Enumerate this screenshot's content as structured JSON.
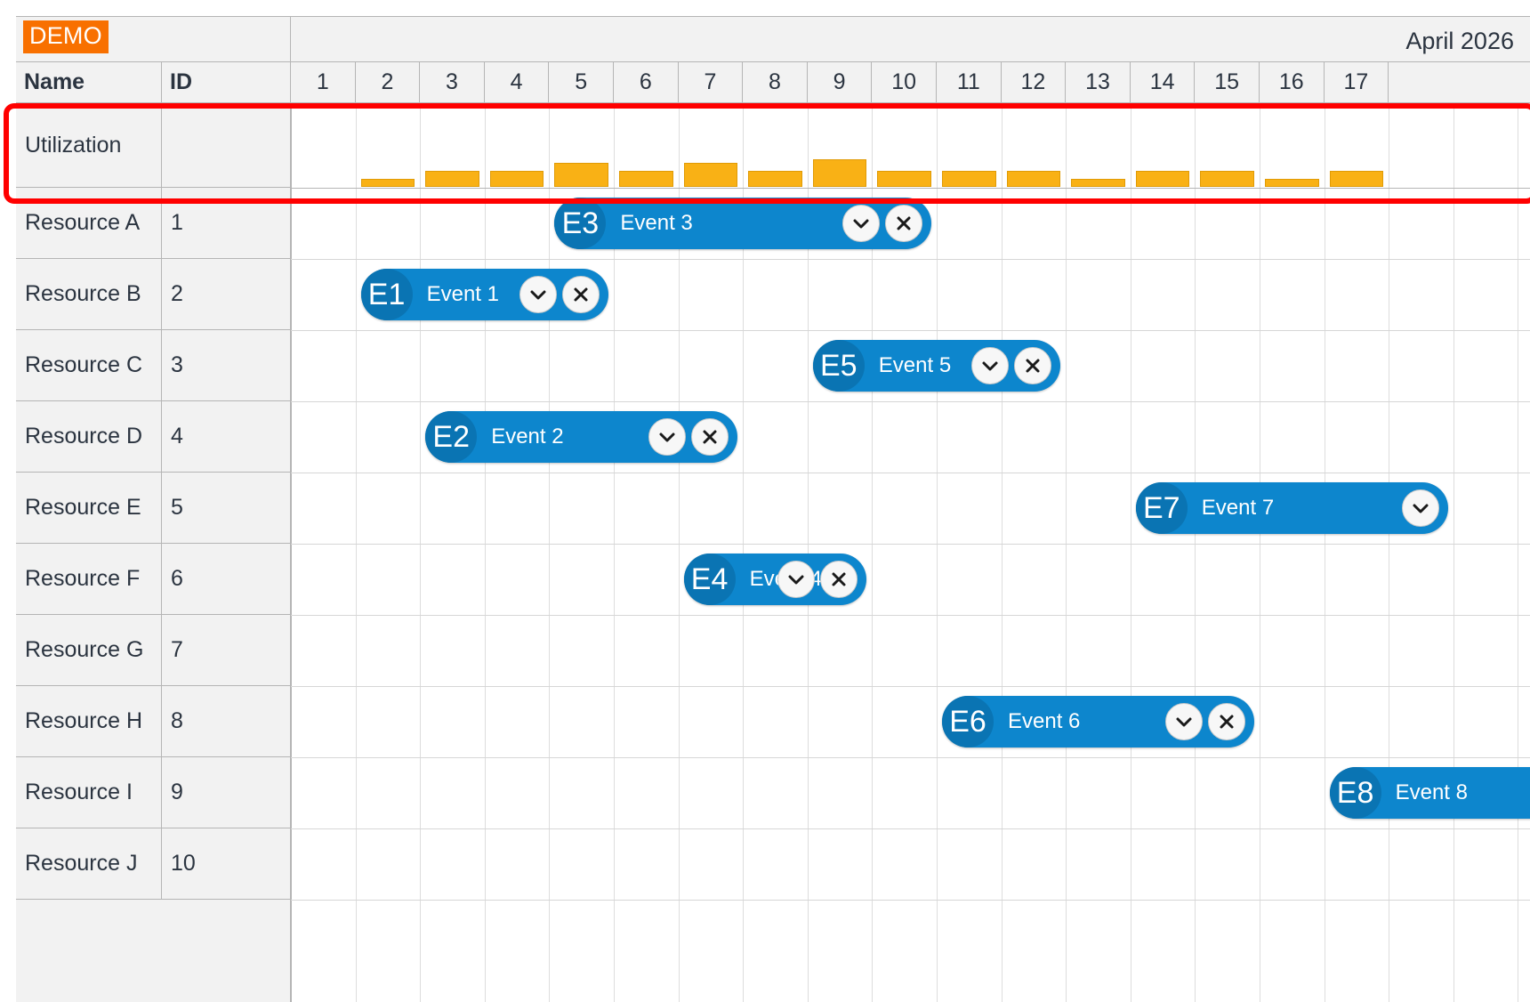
{
  "header": {
    "demo_badge": "DEMO",
    "month_label": "April 2026",
    "col_name": "Name",
    "col_id": "ID",
    "days": [
      "1",
      "2",
      "3",
      "4",
      "5",
      "6",
      "7",
      "8",
      "9",
      "10",
      "11",
      "12",
      "13",
      "14",
      "15",
      "16",
      "17"
    ]
  },
  "colors": {
    "accent_event": "#0d86cd",
    "event_badge": "#0a74b3",
    "utilization_bar": "#f9b115",
    "demo_badge_bg": "#f87000",
    "annotation": "#ff0000",
    "header_bg": "#f2f2f2",
    "grid_line": "#b5b5b5"
  },
  "utilization": {
    "label": "Utilization",
    "name": "Utilization"
  },
  "resources": [
    {
      "name": "Resource A",
      "id": "1"
    },
    {
      "name": "Resource B",
      "id": "2"
    },
    {
      "name": "Resource C",
      "id": "3"
    },
    {
      "name": "Resource D",
      "id": "4"
    },
    {
      "name": "Resource E",
      "id": "5"
    },
    {
      "name": "Resource F",
      "id": "6"
    },
    {
      "name": "Resource G",
      "id": "7"
    },
    {
      "name": "Resource H",
      "id": "8"
    },
    {
      "name": "Resource I",
      "id": "9"
    },
    {
      "name": "Resource J",
      "id": "10"
    }
  ],
  "events": [
    {
      "code": "E3",
      "title": "Event 3",
      "row": 0,
      "start_day": 5,
      "end_day": 11,
      "has_chevron": true,
      "has_close": true
    },
    {
      "code": "E1",
      "title": "Event 1",
      "row": 1,
      "start_day": 2,
      "end_day": 6,
      "has_chevron": true,
      "has_close": true
    },
    {
      "code": "E5",
      "title": "Event 5",
      "row": 2,
      "start_day": 9,
      "end_day": 13,
      "has_chevron": true,
      "has_close": true
    },
    {
      "code": "E2",
      "title": "Event 2",
      "row": 3,
      "start_day": 3,
      "end_day": 8,
      "has_chevron": true,
      "has_close": true
    },
    {
      "code": "E7",
      "title": "Event 7",
      "row": 4,
      "start_day": 14,
      "end_day": 19,
      "has_chevron": true,
      "has_close": false
    },
    {
      "code": "E4",
      "title": "Event 4",
      "row": 5,
      "start_day": 7,
      "end_day": 10,
      "has_chevron": true,
      "has_close": true
    },
    {
      "code": "E6",
      "title": "Event 6",
      "row": 7,
      "start_day": 11,
      "end_day": 16,
      "has_chevron": true,
      "has_close": true
    },
    {
      "code": "E8",
      "title": "Event 8",
      "row": 8,
      "start_day": 17,
      "end_day": 22,
      "has_chevron": false,
      "has_close": false
    }
  ],
  "chart_data": {
    "type": "bar",
    "title": "Utilization",
    "categories": [
      "1",
      "2",
      "3",
      "4",
      "5",
      "6",
      "7",
      "8",
      "9",
      "10",
      "11",
      "12",
      "13",
      "14",
      "15",
      "16",
      "17"
    ],
    "values": [
      0,
      1,
      2,
      2,
      3,
      2,
      3,
      2,
      3.5,
      2,
      2,
      2,
      1,
      2,
      2,
      1,
      2
    ],
    "xlabel": "",
    "ylabel": "Utilization",
    "ylim": [
      0,
      4
    ],
    "grid": false,
    "legend": "none"
  },
  "annotation": {
    "target": "Utilization row",
    "shape": "rounded-rectangle",
    "color": "#ff0000"
  }
}
